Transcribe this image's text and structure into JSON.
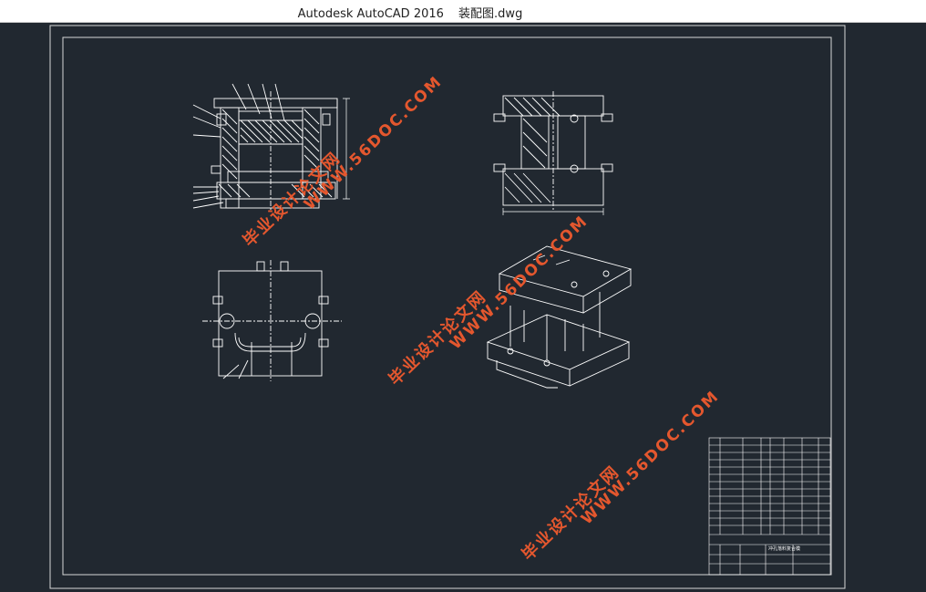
{
  "window": {
    "app_name": "Autodesk AutoCAD 2016",
    "file_name": "装配图.dwg"
  },
  "watermarks": {
    "site": "WWW.56DOC.COM",
    "cn": "毕业设计论文网"
  },
  "colors": {
    "background": "#212830",
    "line": "#ffffff",
    "watermark": "#e4572e"
  },
  "title_block": {
    "drawing_name": "冲孔落料复合模"
  }
}
